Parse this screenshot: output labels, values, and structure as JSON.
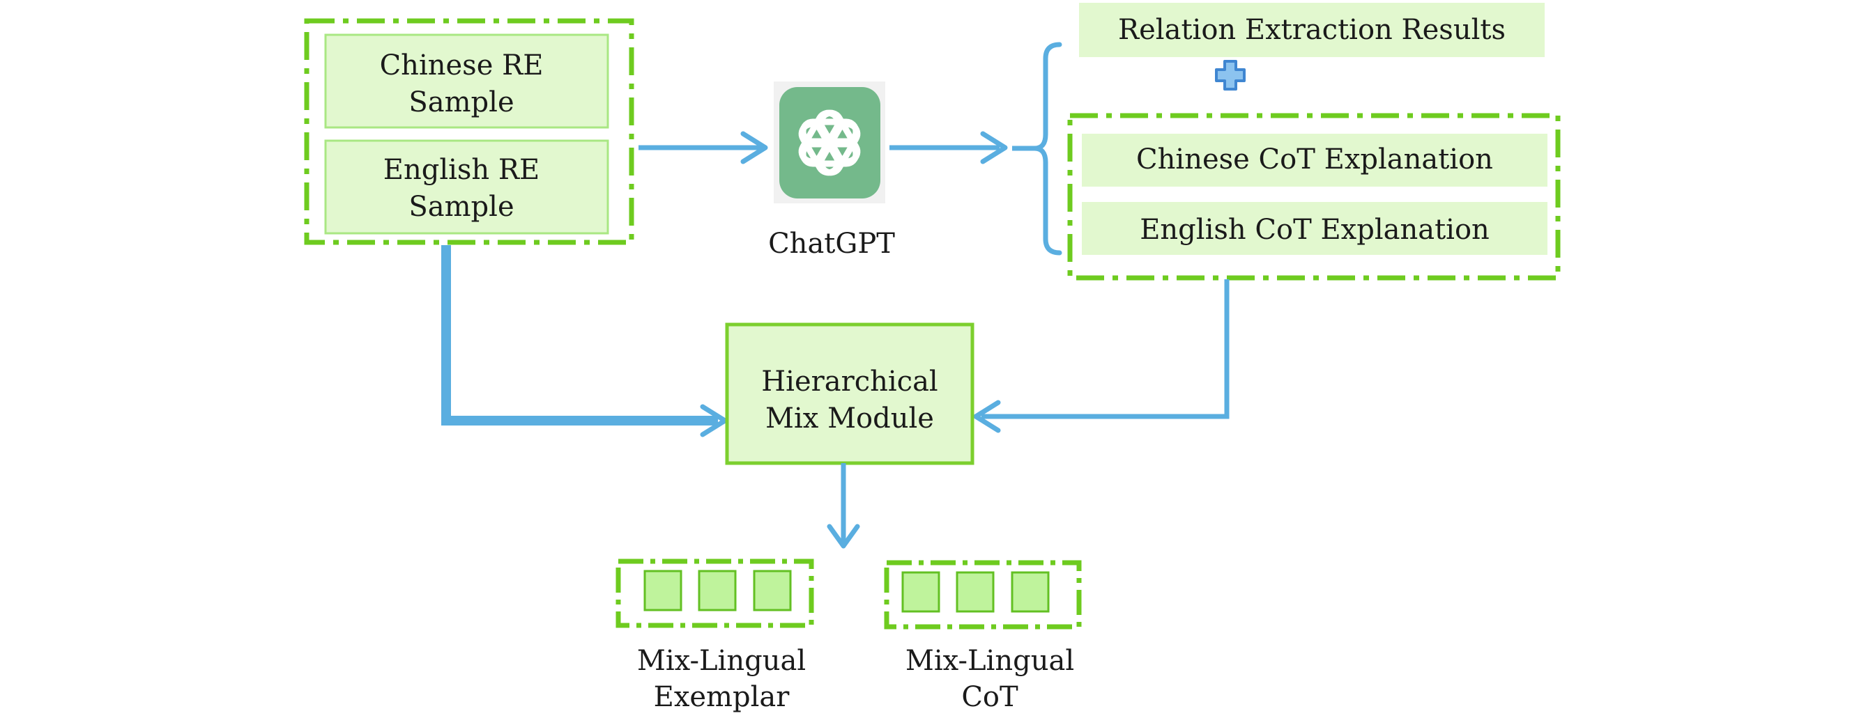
{
  "inputs": {
    "chinese_sample": [
      "Chinese RE",
      "Sample"
    ],
    "english_sample": [
      "English RE",
      "Sample"
    ]
  },
  "llm": {
    "label": "ChatGPT",
    "icon": "openai-logo-icon"
  },
  "outputs": {
    "relation_results": "Relation Extraction Results",
    "plus_icon": "plus-icon",
    "chinese_cot": "Chinese CoT Explanation",
    "english_cot": "English CoT Explanation"
  },
  "module": {
    "label": [
      "Hierarchical",
      "Mix Module"
    ]
  },
  "results": {
    "exemplar": [
      "Mix-Lingual",
      "Exemplar"
    ],
    "cot": [
      "Mix-Lingual",
      "CoT"
    ]
  },
  "colors": {
    "dash_green": "#6ecb1f",
    "box_fill": "#e2f8cf",
    "box_stroke": "#a9e783",
    "module_stroke": "#7ccf2e",
    "arrow_blue": "#5aaee0",
    "chatgpt_green": "#74b98b",
    "plus_blue": "#3f86d1",
    "square_fill": "#bff39c",
    "square_stroke": "#63c023"
  }
}
